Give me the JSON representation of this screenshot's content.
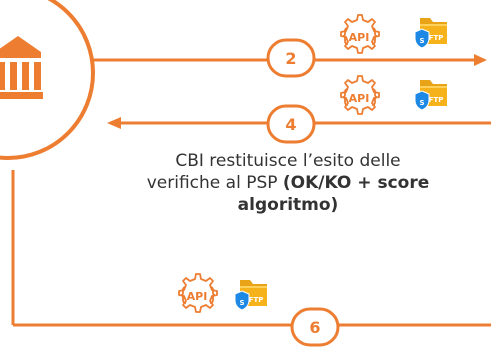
{
  "steps": {
    "step_2": "2",
    "step_4": "4",
    "step_6": "6"
  },
  "icons": {
    "api_label": "API",
    "ftp_label": "FTP",
    "ftp_letter": "S"
  },
  "caption": {
    "line1": "CBI restituisce l’esito delle",
    "line2_prefix": "verifiche al PSP ",
    "line2_bold": "(OK/KO + score",
    "line3_bold": "algoritmo)"
  },
  "colors": {
    "accent": "#ED7D31",
    "folder": "#F5B21B",
    "shield": "#1E88E5",
    "text": "#333333",
    "bank": "#ED7D31"
  }
}
